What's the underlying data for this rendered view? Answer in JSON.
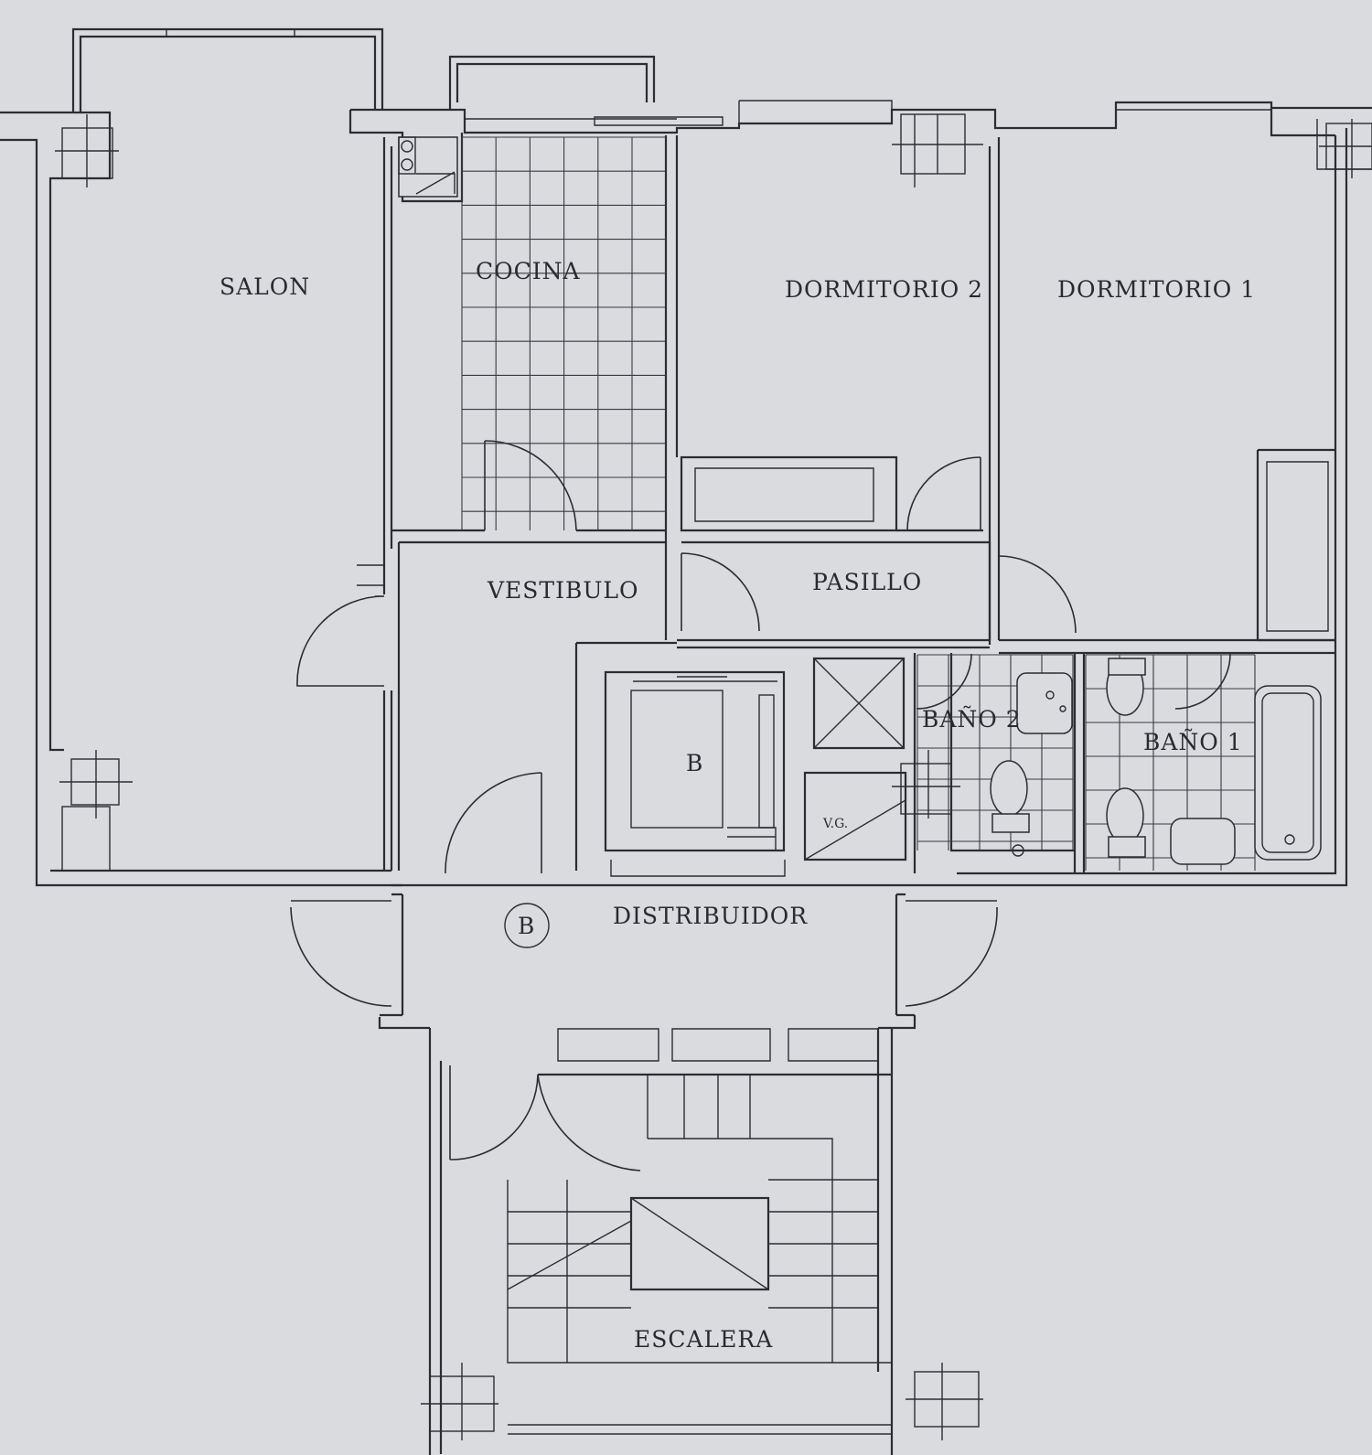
{
  "plan": {
    "rooms": {
      "salon": "SALON",
      "cocina": "COCINA",
      "dormitorio2": "DORMITORIO 2",
      "dormitorio1": "DORMITORIO 1",
      "vestibulo": "VESTIBULO",
      "pasillo": "PASILLO",
      "bano2": "BAÑO 2",
      "bano1": "BAÑO 1",
      "distribuidor": "DISTRIBUIDOR",
      "escalera": "ESCALERA"
    },
    "markers": {
      "lift": "B",
      "lift_circle": "B",
      "vg": "V.G."
    },
    "colors": {
      "paper": "#d9dbdf",
      "ink": "#2c2c32"
    }
  }
}
